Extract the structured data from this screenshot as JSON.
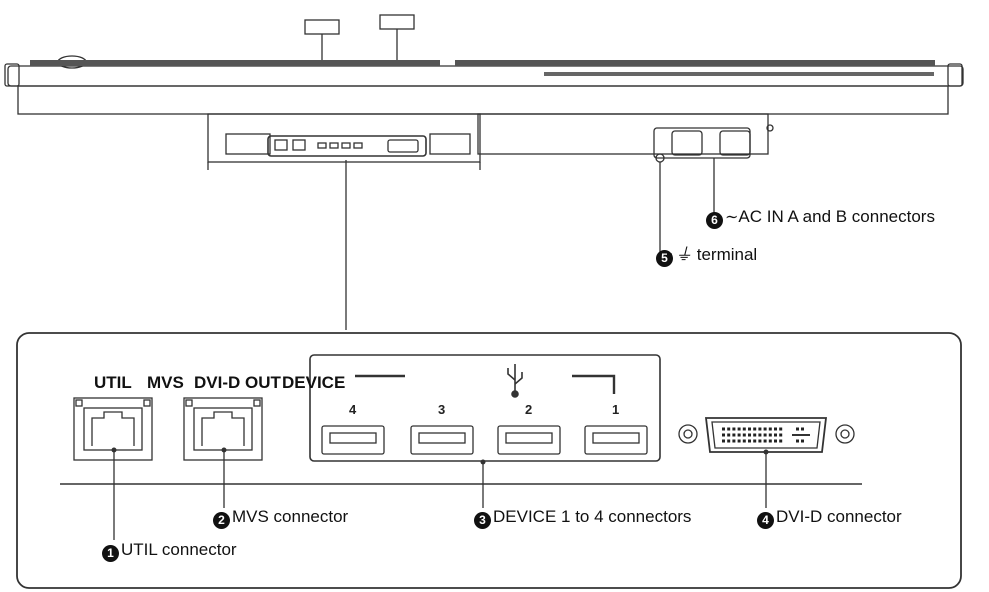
{
  "port_titles": {
    "util": "UTIL",
    "mvs": "MVS",
    "dvi": "DVI-D OUT",
    "device": "DEVICE"
  },
  "usb_numbers": [
    "4",
    "3",
    "2",
    "1"
  ],
  "callouts": {
    "c1": {
      "num": "1",
      "text": "UTIL connector"
    },
    "c2": {
      "num": "2",
      "text": "MVS connector"
    },
    "c3": {
      "num": "3",
      "text": "DEVICE 1 to 4 connectors"
    },
    "c4": {
      "num": "4",
      "text": "DVI-D connector"
    },
    "c5": {
      "num": "5",
      "text": "terminal"
    },
    "c6": {
      "num": "6",
      "text": "AC IN A and B connectors"
    }
  },
  "icons": [
    "usb-icon",
    "ground-icon",
    "ac-icon",
    "rj45-port-icon",
    "usb-port-icon",
    "dvi-port-icon"
  ]
}
